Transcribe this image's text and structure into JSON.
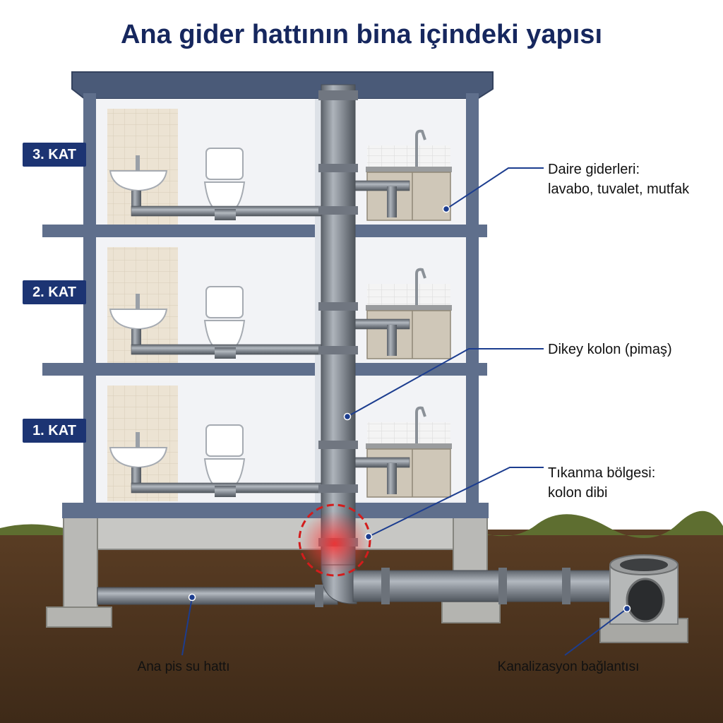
{
  "title": "Ana gider hattının bina içindeki yapısı",
  "floors": [
    {
      "label": "3. KAT"
    },
    {
      "label": "2. KAT"
    },
    {
      "label": "1. KAT"
    }
  ],
  "callouts": {
    "apartment_drains": {
      "line1": "Daire giderleri:",
      "line2": "lavabo, tuvalet, mutfak"
    },
    "vertical_column": {
      "line1": "Dikey kolon (pimaş)"
    },
    "blockage_zone": {
      "line1": "Tıkanma bölgesi:",
      "line2": "kolon dibi"
    },
    "main_sewer_line": {
      "line1": "Ana pis su hattı"
    },
    "sewer_connection": {
      "line1": "Kanalizasyon bağlantısı"
    }
  },
  "colors": {
    "title": "#16275e",
    "badge": "#1c3473",
    "callout_line": "#1c3d8f",
    "frame": "#55657e",
    "pipe": "#8b929a",
    "blockage": "#e02020",
    "soil": "#4a3320",
    "grass": "#5e6e30"
  }
}
